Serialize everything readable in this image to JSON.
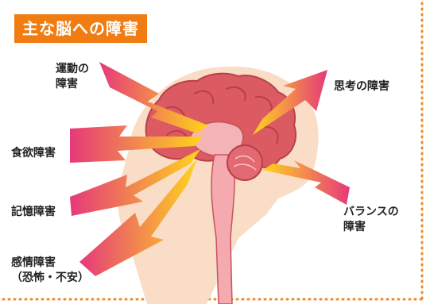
{
  "title": "主な脳への障害",
  "labels": {
    "motor": [
      "運動の",
      "障害"
    ],
    "thinking": "思考の障害",
    "appetite": "食欲障害",
    "memory": "記憶障害",
    "balance": [
      "バランスの",
      "障害"
    ],
    "emotion": [
      "感情障害",
      "（恐怖・不安）"
    ]
  },
  "colors": {
    "accent": "#f07c12",
    "burst_pink": "#e6397a",
    "burst_yellow": "#ffd51a",
    "skin": "#f9ddc6",
    "brain": "#dc5a62",
    "border_dots": "#f08a1e"
  }
}
